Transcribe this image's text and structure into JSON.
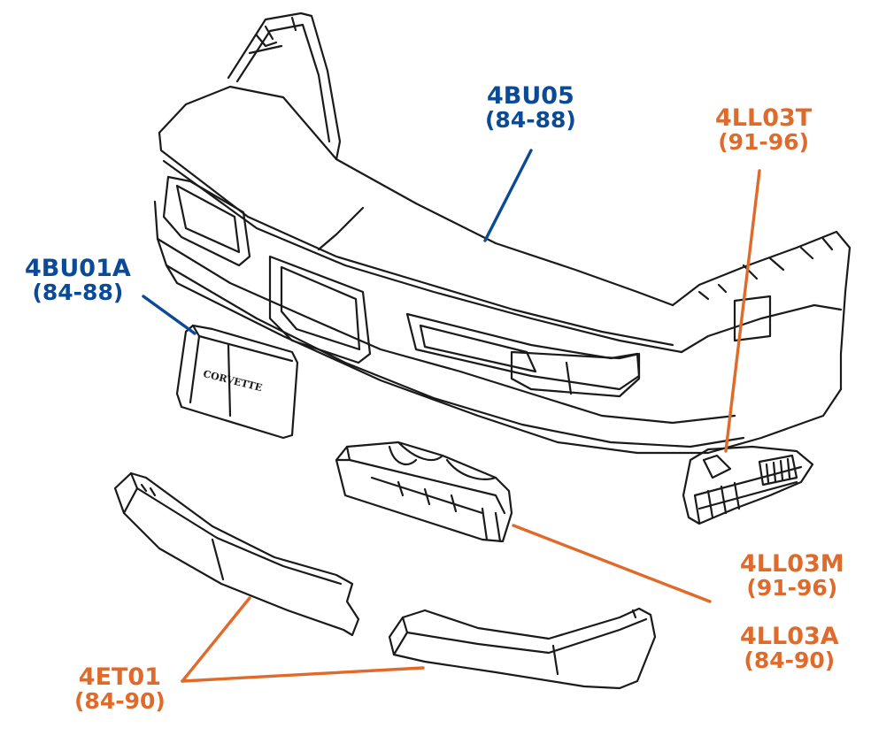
{
  "colors": {
    "blue": "#0b4a96",
    "orange": "#e06a2a",
    "line_art": "#1a1a1a",
    "background": "#ffffff"
  },
  "labels": {
    "bumper": {
      "code": "4BU05",
      "years": "(84-88)"
    },
    "license_bracket": {
      "code": "4BU01A",
      "years": "(84-88)"
    },
    "turn_signal_light": {
      "code": "4LL03T",
      "years": "(91-96)"
    },
    "marker_light_m": {
      "code": "4LL03M",
      "years": "(91-96)"
    },
    "marker_light_a": {
      "code": "4LL03A",
      "years": "(84-90)"
    },
    "trim_strip": {
      "code": "4ET01",
      "years": "(84-90)"
    }
  },
  "plate_text": "CORVETTE"
}
